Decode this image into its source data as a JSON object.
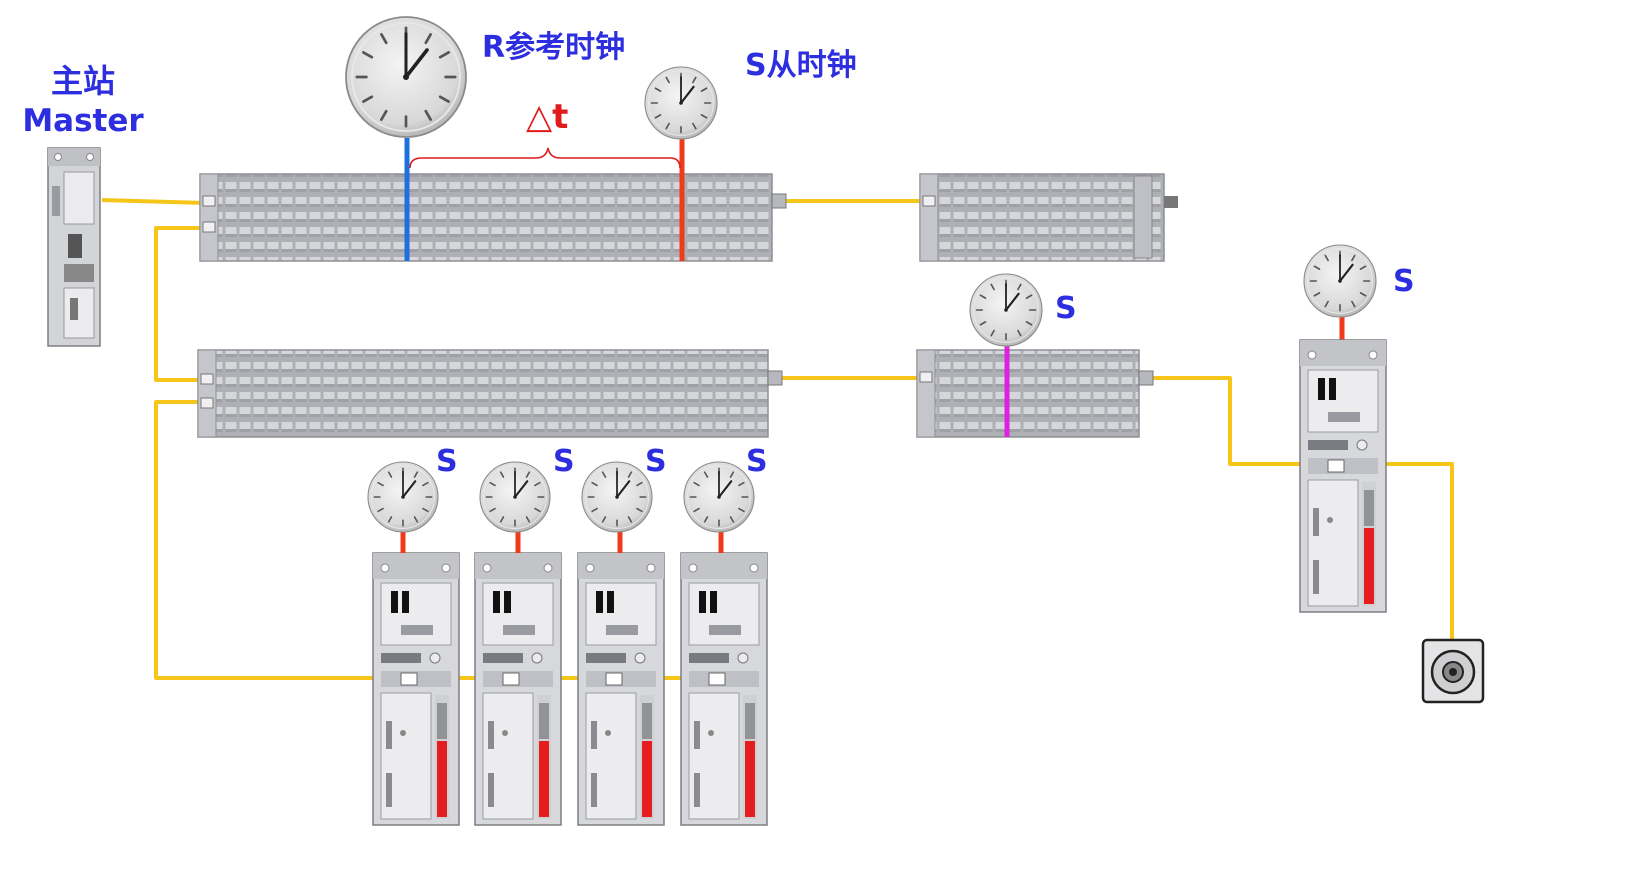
{
  "labels": {
    "master_cn": "主站",
    "master_en": "Master",
    "ref_clock": "R参考时钟",
    "slave_clock": "S从时钟",
    "delta_t": "△t",
    "s": "S"
  },
  "colors": {
    "label_blue": "#2d2ee0",
    "delta_red": "#e01b1b",
    "cable_yellow": "#f5c518",
    "ref_line_blue": "#1e6fe0",
    "slave_line_red": "#ef3a1c",
    "magenta_line": "#e020e0",
    "module_gray": "#c9c9cd",
    "drive_red": "#e41e1e"
  },
  "icons": {
    "clock": "clock-icon",
    "io_module": "io-terminal-rail",
    "servo_drive": "servo-drive-unit",
    "plc": "master-controller",
    "motor": "servo-motor"
  }
}
